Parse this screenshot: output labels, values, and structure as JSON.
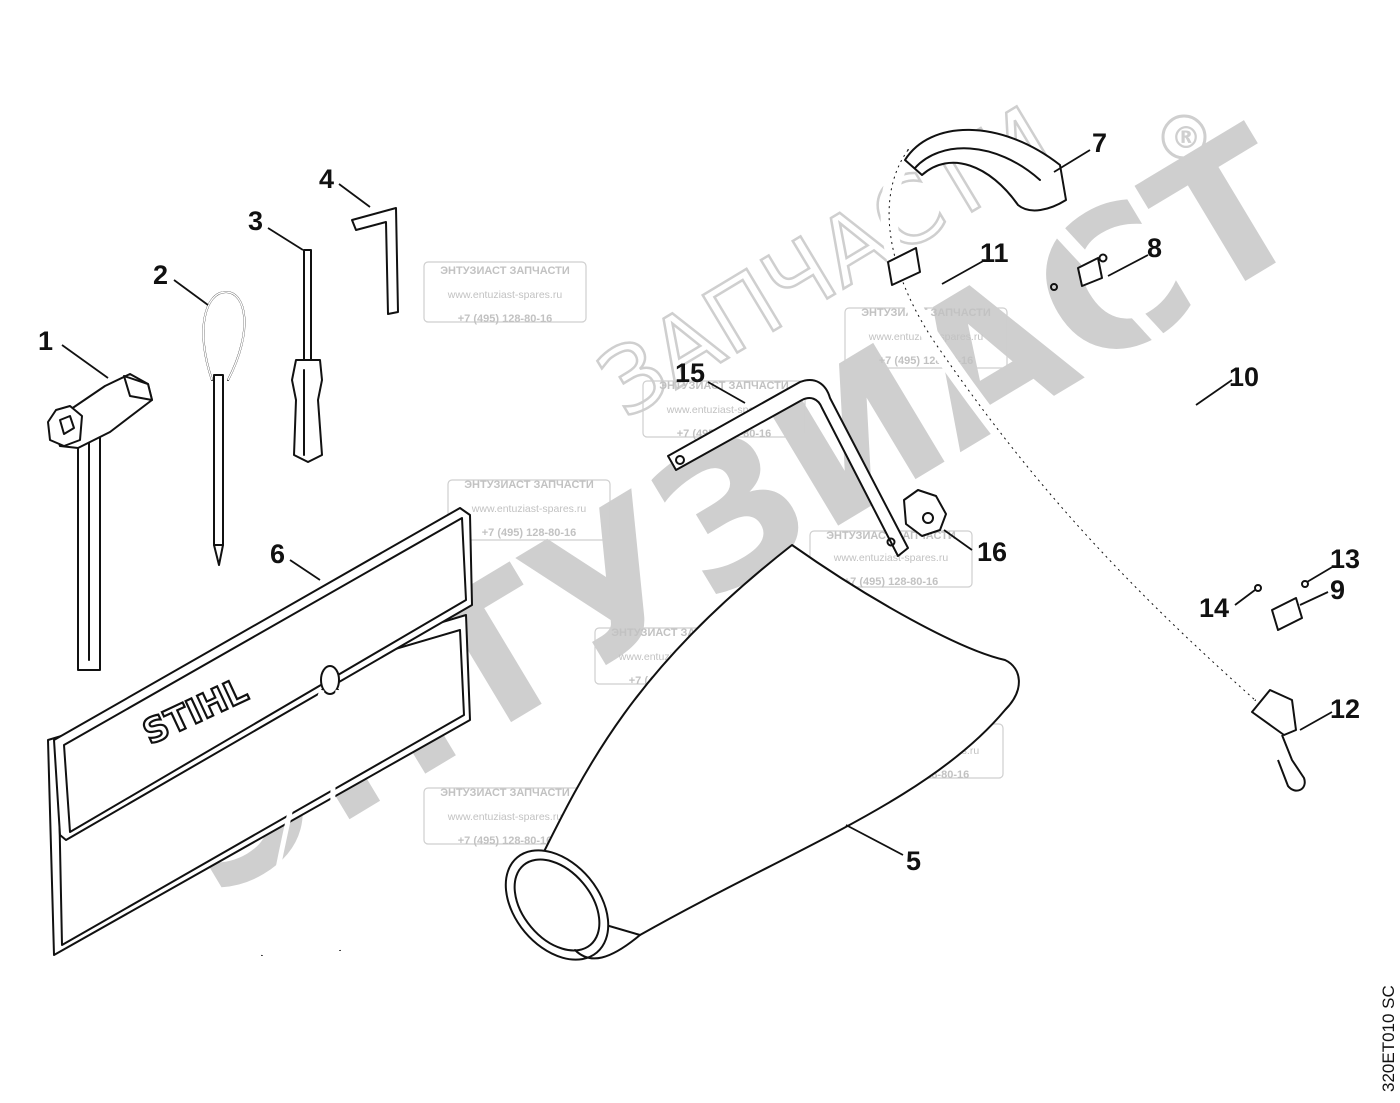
{
  "watermark": {
    "main": "ЭНТУЗИАСТ",
    "sub": "ЗАПЧАСТИ",
    "mark": "®"
  },
  "stamp": {
    "title": "ЭНТУЗИАСТ ЗАПЧАСТИ",
    "site": "www.entuziast-spares.ru",
    "phone": "+7 (495) 128-80-16"
  },
  "callouts": {
    "p1": "1",
    "p2": "2",
    "p3": "3",
    "p4": "4",
    "p5": "5",
    "p6": "6",
    "p7": "7",
    "p8": "8",
    "p9": "9",
    "p10": "10",
    "p11": "11",
    "p12": "12",
    "p13": "13",
    "p14": "14",
    "p15": "15",
    "p16": "16"
  },
  "brand_logo": "STIHL",
  "drawing_code": "320ET010 SC"
}
